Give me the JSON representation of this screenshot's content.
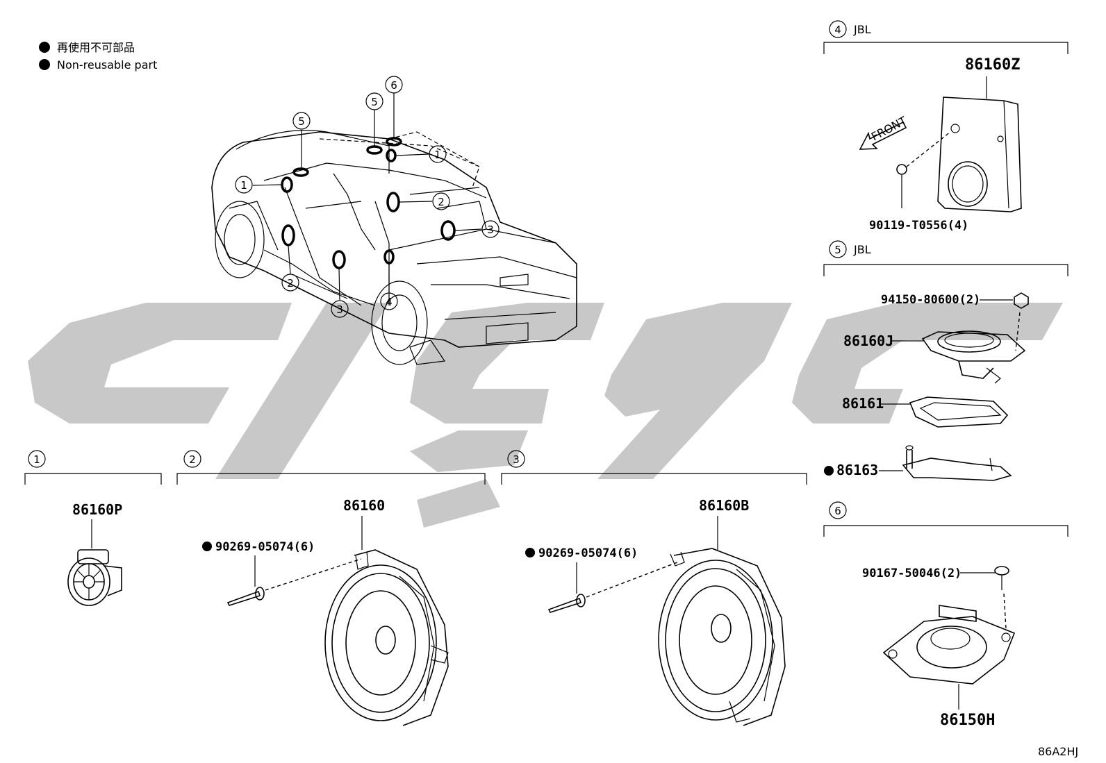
{
  "legend": {
    "line1": "再使用不可部品",
    "line2": "Non-reusable part"
  },
  "figure_code": "86A2HJ",
  "vehicle_callouts": [
    "5",
    "6",
    "5",
    "1",
    "1",
    "2",
    "3",
    "2",
    "3",
    "4"
  ],
  "groups": {
    "g1": {
      "number": "1",
      "parts": [
        "86160P"
      ]
    },
    "g2": {
      "number": "2",
      "parts": [
        "86160",
        "90269-05074(6)"
      ]
    },
    "g3": {
      "number": "3",
      "parts": [
        "86160B",
        "90269-05074(6)"
      ]
    },
    "g4": {
      "number": "4",
      "brand": "JBL",
      "parts": [
        "86160Z",
        "90119-T0556(4)"
      ],
      "arrow_label": "FRONT"
    },
    "g5": {
      "number": "5",
      "brand": "JBL",
      "parts": [
        "94150-80600(2)",
        "86160J",
        "86161",
        "86163"
      ]
    },
    "g6": {
      "number": "6",
      "parts": [
        "90167-50046(2)",
        "86150H"
      ]
    }
  }
}
